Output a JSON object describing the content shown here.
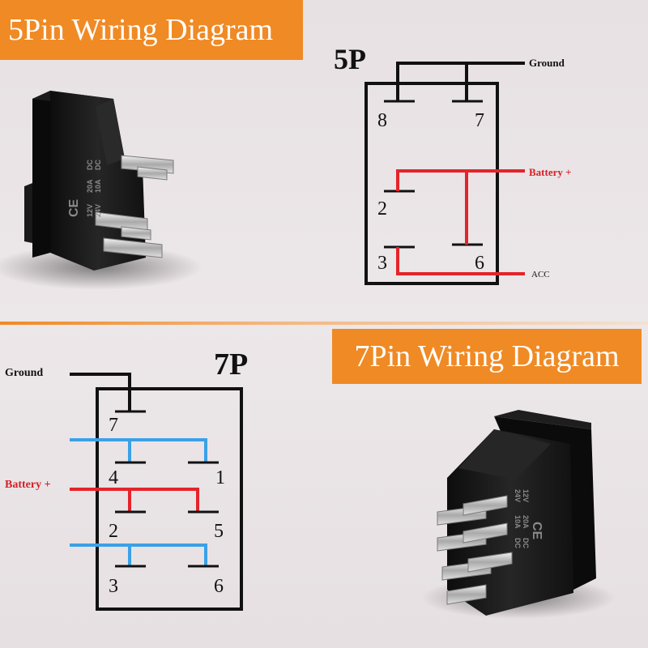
{
  "sections": {
    "five_pin": {
      "banner": "5Pin Wiring Diagram",
      "code": "5P",
      "pins": [
        "8",
        "7",
        "2",
        "3",
        "6"
      ],
      "labels": {
        "ground": "Ground",
        "battery": "Battery +",
        "acc": "ACC"
      }
    },
    "seven_pin": {
      "banner": "7Pin Wiring Diagram",
      "code": "7P",
      "pins": [
        "7",
        "4",
        "1",
        "2",
        "5",
        "3",
        "6"
      ],
      "labels": {
        "ground": "Ground",
        "battery": "Battery +"
      }
    }
  },
  "colors": {
    "banner": "#f08a24",
    "wire_black": "#111111",
    "wire_red": "#e4242a",
    "wire_blue": "#3aa1e6",
    "label_red": "#d62027"
  },
  "switch": {
    "markings": {
      "ce": "CE",
      "volt_a": "12V",
      "volt_b": "24V",
      "amp_a": "20A",
      "amp_b": "10A",
      "dc": "DC"
    }
  }
}
